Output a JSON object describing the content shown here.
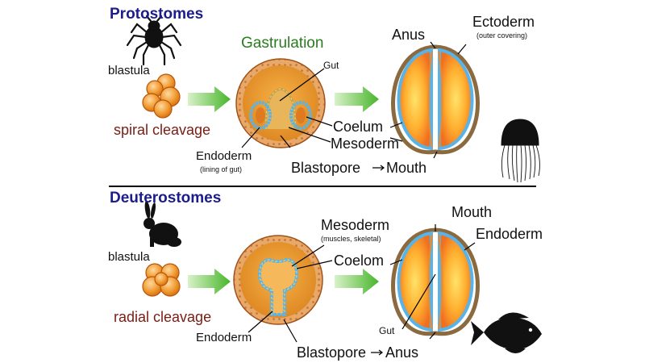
{
  "protostomes": {
    "title": "Protostomes",
    "blastula": "blastula",
    "cleavage": "spiral cleavage",
    "stage": "Gastrulation",
    "gut": "Gut",
    "endoderm": "Endoderm",
    "endoderm_note": "(lining of gut)",
    "blastopore": "Blastopore",
    "mouth": "Mouth",
    "coelum": "Coelum",
    "mesoderm": "Mesoderm",
    "anus": "Anus",
    "ectoderm": "Ectoderm",
    "ectoderm_note": "(outer covering)",
    "arrow_glyph": "➞"
  },
  "deuterostomes": {
    "title": "Deuterostomes",
    "blastula": "blastula",
    "cleavage": "radial cleavage",
    "mesoderm": "Mesoderm",
    "mesoderm_note": "(muscles, skeletal)",
    "coelom": "Coelom",
    "endoderm_left": "Endoderm",
    "blastopore": "Blastopore",
    "anus": "Anus",
    "mouth": "Mouth",
    "endoderm_right": "Endoderm",
    "gut": "Gut",
    "arrow_glyph": "➞"
  },
  "colors": {
    "heading": "#1c1c8c",
    "gastrulation": "#2a7d1f",
    "cleavage": "#7a1c14",
    "arrow": "#5cbf3a",
    "embryo": "#e89a2e",
    "coelom": "#58b4e8",
    "body_wall": "#8a6a3e",
    "silhouette": "#111111"
  },
  "icons": [
    "spider-icon",
    "rabbit-icon",
    "jellyfish-icon",
    "fish-icon"
  ]
}
